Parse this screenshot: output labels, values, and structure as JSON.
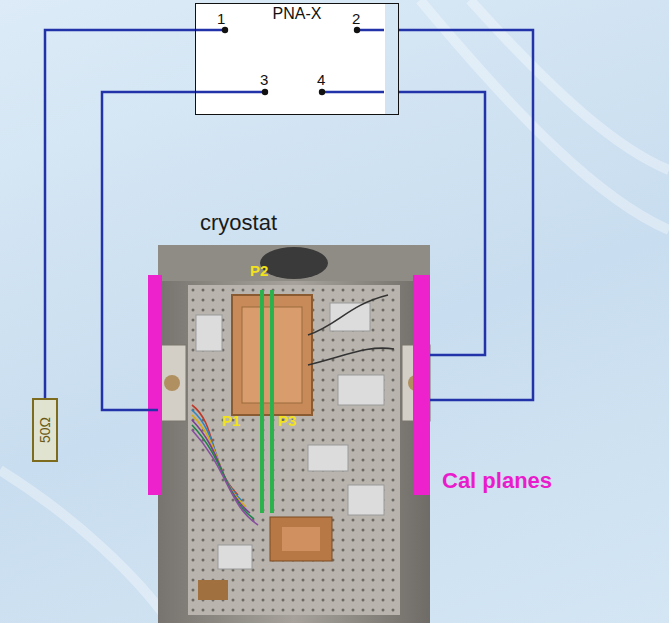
{
  "diagram": {
    "nodes": [
      {
        "text": [
          "PNA-X"
        ]
      },
      {
        "text": [
          "cryostat"
        ]
      },
      {
        "text": [
          "50Ω"
        ]
      }
    ],
    "edges": [
      {
        "from": 0,
        "to": 2,
        "arrow": "none"
      },
      {
        "from": 0,
        "to": 1,
        "arrow": "none"
      },
      {
        "from": 0,
        "to": 1,
        "arrow": "none"
      },
      {
        "from": 0,
        "to": 1,
        "arrow": "none"
      }
    ],
    "labels": [
      "1",
      "2",
      "3",
      "4",
      "P2",
      "P1",
      "P3",
      "Cal planes"
    ]
  }
}
